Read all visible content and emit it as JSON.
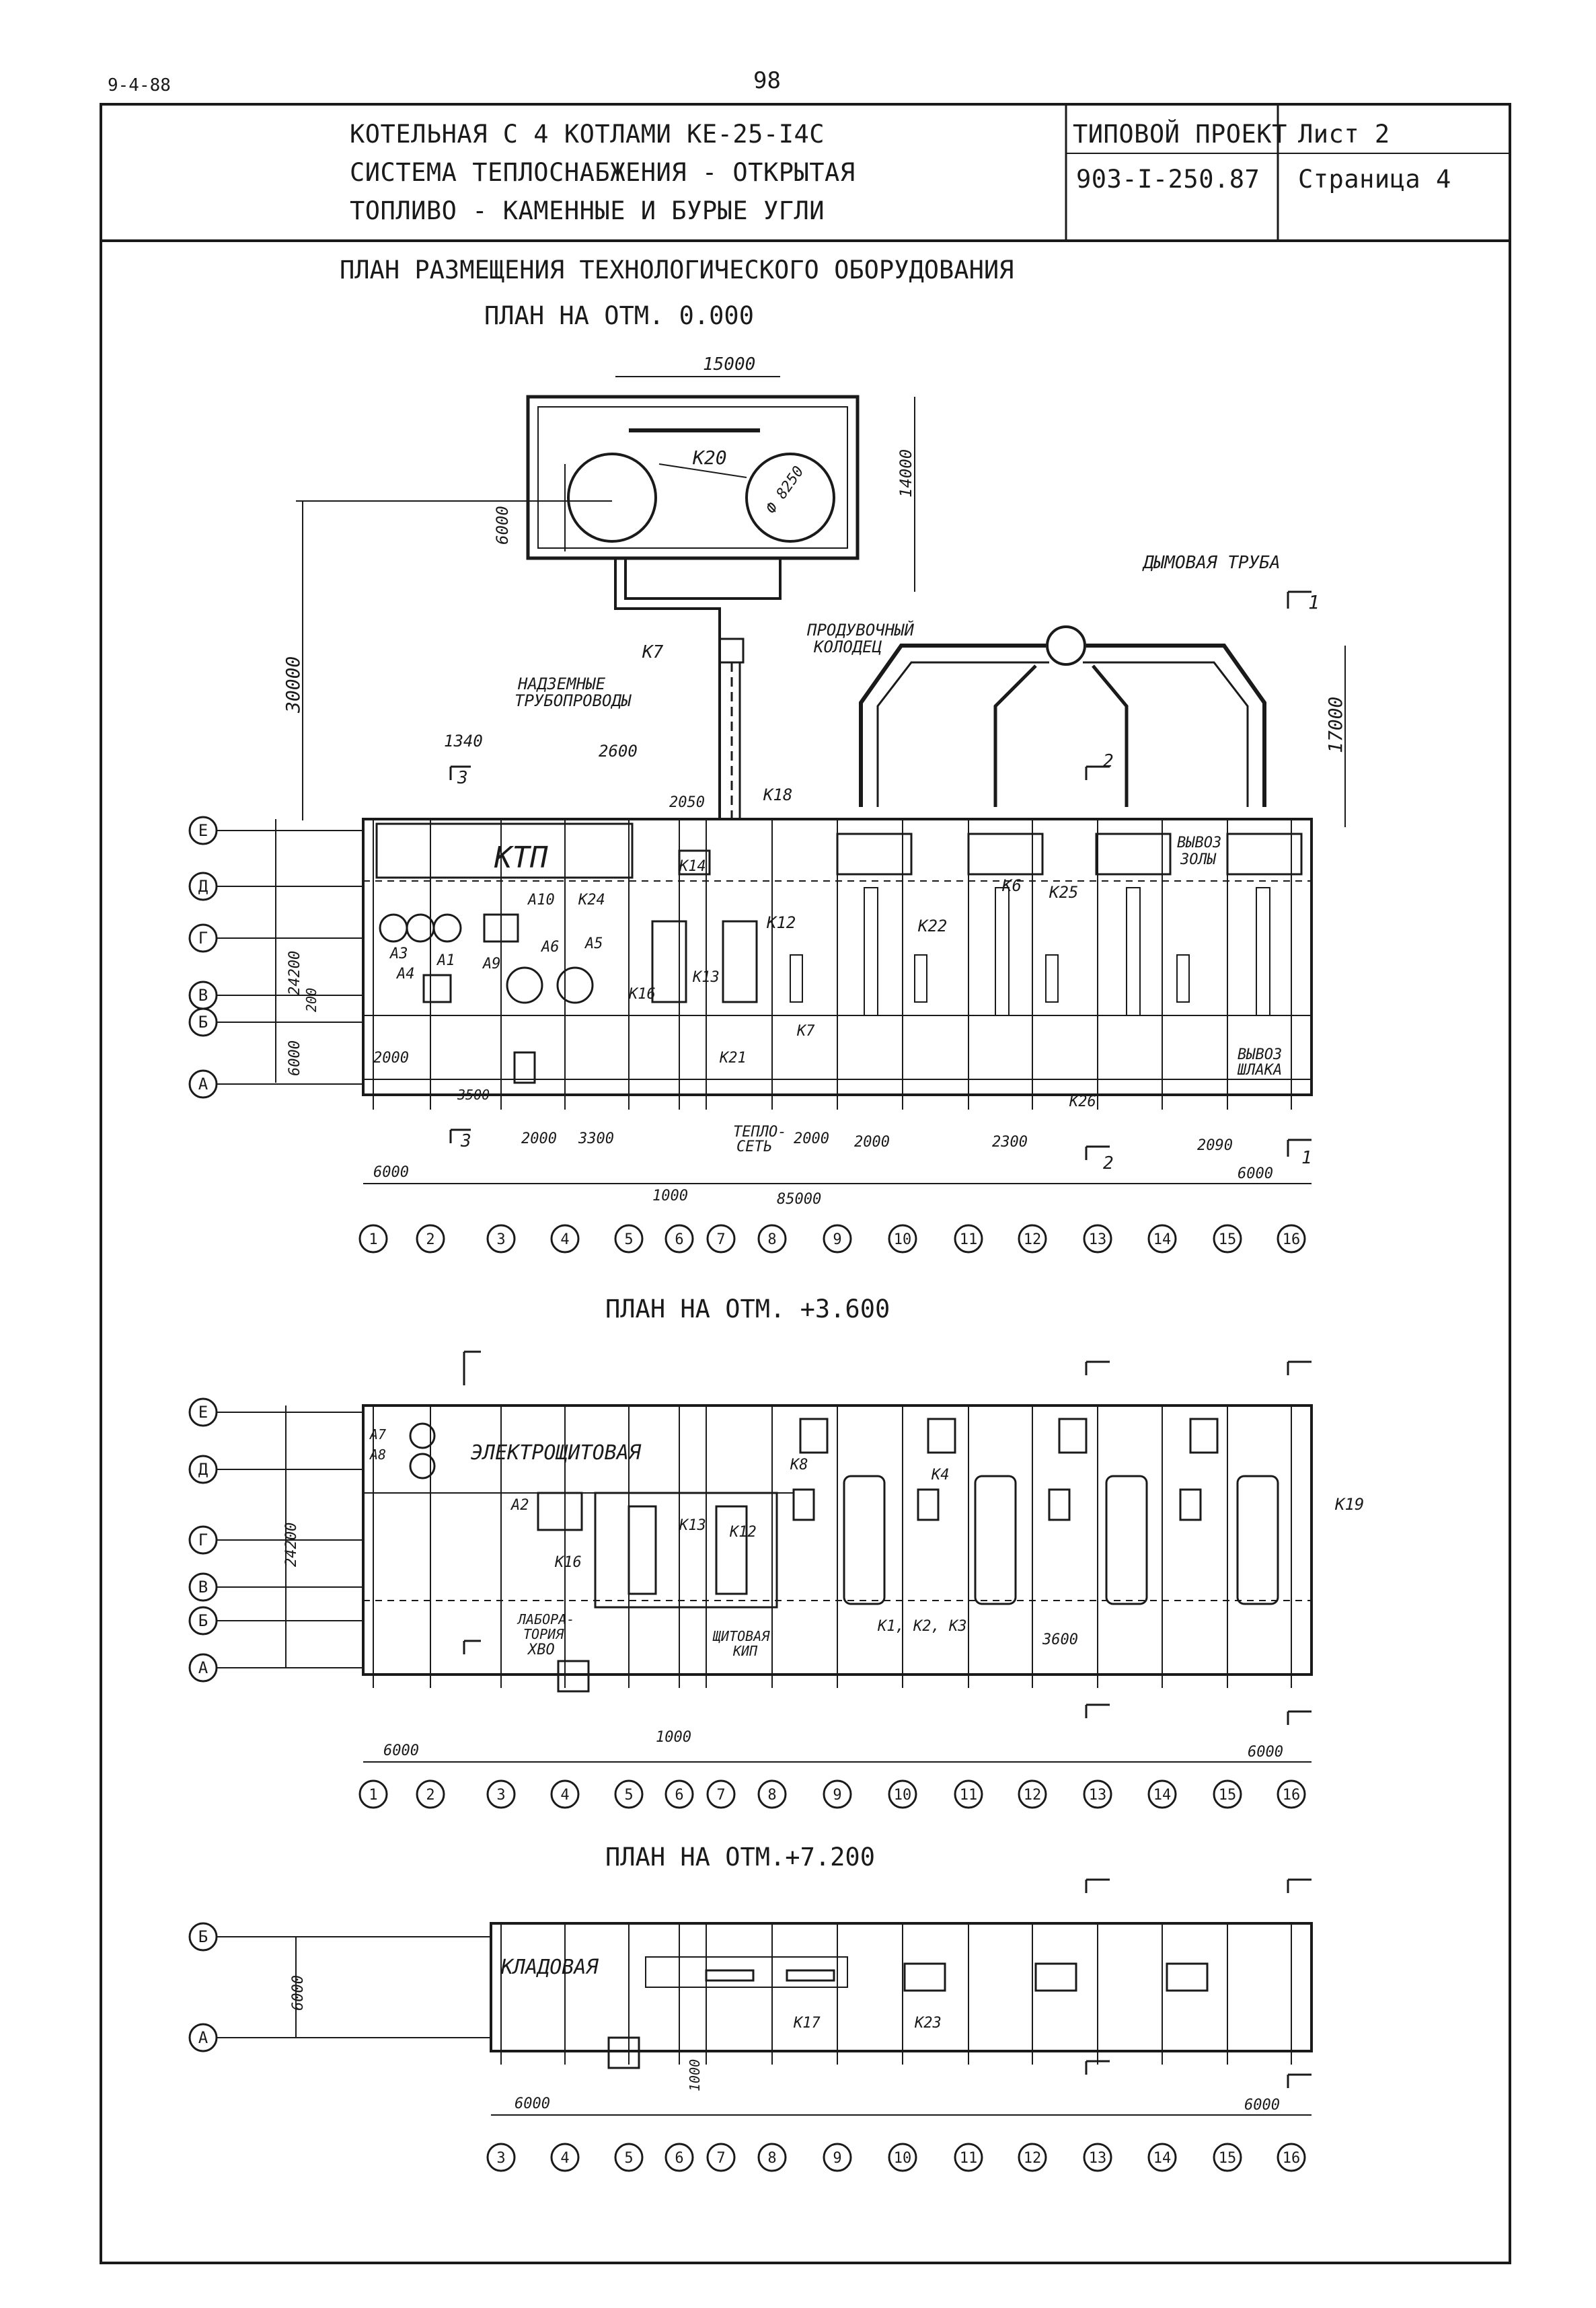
{
  "page_ref": "9-4-88",
  "page_number": "98",
  "title_block": {
    "line1": "КОТЕЛЬНАЯ С 4 КОТЛАМИ КЕ-25-I4С",
    "line2": "СИСТЕМА ТЕПЛОСНАБЖЕНИЯ - ОТКРЫТАЯ",
    "line3": "ТОПЛИВО - КАМЕННЫЕ И БУРЫЕ УГЛИ",
    "project_label": "ТИПОВОЙ ПРОЕКТ",
    "project_number": "903-I-250.87",
    "sheet_label": "Лист 2",
    "page_label": "Страница 4"
  },
  "drawing_title": "ПЛАН РАЗМЕЩЕНИЯ ТЕХНОЛОГИЧЕСКОГО ОБОРУДОВАНИЯ",
  "plan1": {
    "title": "ПЛАН НА ОТМ. 0.000",
    "axes_letters": [
      "Е",
      "Д",
      "Г",
      "В",
      "Б",
      "А"
    ],
    "axes_numbers": [
      "1",
      "2",
      "3",
      "4",
      "5",
      "6",
      "7",
      "8",
      "9",
      "10",
      "11",
      "12",
      "13",
      "14",
      "15",
      "16"
    ],
    "labels": {
      "chimney": "ДЫМОВАЯ ТРУБА",
      "blowdown_well_1": "ПРОДУВОЧНЫЙ",
      "blowdown_well_2": "КОЛОДЕЦ",
      "pipes_1": "НАДЗЕМНЫЕ",
      "pipes_2": "ТРУБОПРОВОДЫ",
      "ktp": "КТП",
      "ash_1": "ВЫВОЗ",
      "ash_2": "ЗОЛЫ",
      "slag_1": "ВЫВОЗ",
      "slag_2": "ШЛАКА",
      "heat_1": "ТЕПЛО-",
      "heat_2": "СЕТЬ",
      "k20": "К20",
      "k7": "К7",
      "k18": "К18",
      "k14": "К14",
      "k24": "К24",
      "k12": "К12",
      "k13": "К13",
      "k16": "К16",
      "k21": "К21",
      "k6": "К6",
      "k25": "К25",
      "k22": "К22",
      "k26": "К26",
      "a1": "А1",
      "a3": "А3",
      "a4": "А4",
      "a5": "А5",
      "a6": "А6",
      "a9": "А9",
      "a10": "А10",
      "diam": "Ф 8250"
    },
    "dims": {
      "d15000": "15000",
      "d14000": "14000",
      "d6000v": "6000",
      "d30000": "30000",
      "d17000": "17000",
      "d1340": "1340",
      "d2600": "2600",
      "d2050": "2050",
      "d24200": "24200",
      "d200": "200",
      "d6000l": "6000",
      "d2000a": "2000",
      "d3500": "3500",
      "d2000b": "2000",
      "d3300": "3300",
      "d2000c": "2000",
      "d2000d": "2000",
      "d2300": "2300",
      "d2090": "2090",
      "d6000a": "6000",
      "d6000b": "6000",
      "d1000": "1000",
      "d85000": "85000",
      "ditto": "//"
    },
    "section_marks": [
      "1",
      "2",
      "3"
    ]
  },
  "plan2": {
    "title": "ПЛАН НА ОТМ. +3.600",
    "axes_letters": [
      "Е",
      "Д",
      "Г",
      "В",
      "Б",
      "А"
    ],
    "axes_numbers": [
      "1",
      "2",
      "3",
      "4",
      "5",
      "6",
      "7",
      "8",
      "9",
      "10",
      "11",
      "12",
      "13",
      "14",
      "15",
      "16"
    ],
    "labels": {
      "switchroom": "ЭЛЕКТРОЩИТОВАЯ",
      "lab_1": "ЛАБОРА-",
      "lab_2": "ТОРИЯ",
      "lab_3": "ХВО",
      "kip_1": "ЩИТОВАЯ",
      "kip_2": "КИП",
      "a2": "А2",
      "a7": "А7",
      "a8": "А8",
      "k4": "К4",
      "k8": "К8",
      "k19": "К19",
      "k16": "К16",
      "k13": "К13",
      "k12": "К12",
      "k123": "К1, К2, К3",
      "elev": "3600"
    },
    "dims": {
      "d24200": "24200",
      "d6000a": "6000",
      "d6000b": "6000",
      "d1000": "1000",
      "ditto": "//"
    }
  },
  "plan3": {
    "title": "ПЛАН НА ОТМ.+7.200",
    "axes_letters": [
      "Б",
      "А"
    ],
    "axes_numbers": [
      "3",
      "4",
      "5",
      "6",
      "7",
      "8",
      "9",
      "10",
      "11",
      "12",
      "13",
      "14",
      "15",
      "16"
    ],
    "labels": {
      "store": "КЛАДОВАЯ",
      "k17": "К17",
      "k23": "К23"
    },
    "dims": {
      "d6000v": "6000",
      "d6000a": "6000",
      "d6000b": "6000",
      "d1000": "1000",
      "ditto": "//"
    }
  }
}
